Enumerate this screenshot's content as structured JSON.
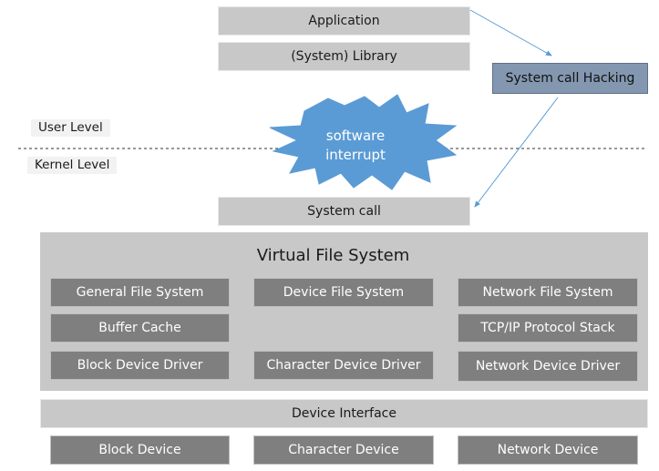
{
  "app_boxes": {
    "application": "Application",
    "library": "(System) Library",
    "system_call": "System call",
    "hacking": "System call Hacking"
  },
  "levels": {
    "user": "User Level",
    "kernel": "Kernel Level"
  },
  "interrupt": {
    "line1": "software",
    "line2": "interrupt"
  },
  "vfs": {
    "title": "Virtual File System",
    "general_fs": "General File System",
    "device_fs": "Device File System",
    "network_fs": "Network File System",
    "buffer_cache": "Buffer Cache",
    "tcp_ip": "TCP/IP Protocol Stack",
    "block_driver": "Block Device Driver",
    "char_driver": "Character Device Driver",
    "network_driver": "Network Device Driver"
  },
  "device_interface": "Device Interface",
  "devices": {
    "block": "Block Device",
    "character": "Character Device",
    "network": "Network Device"
  },
  "colors": {
    "light_box": "#c8c8c8",
    "dark_box": "#7f7f7f",
    "hacking_box": "#8497b0",
    "burst": "#5b9bd5",
    "arrow": "#5b9bd5"
  }
}
